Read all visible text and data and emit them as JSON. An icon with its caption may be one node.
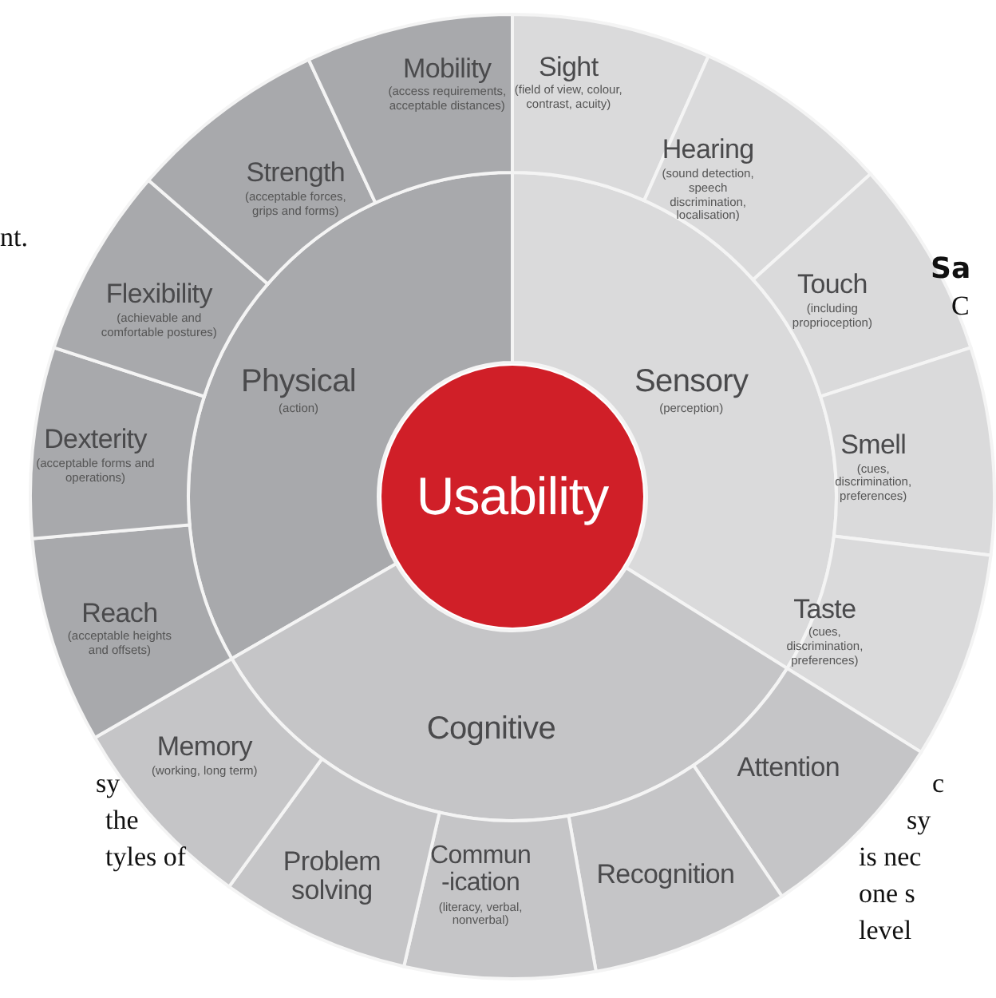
{
  "diagram": {
    "nodes": [
      {
        "text": [
          "Usability"
        ]
      },
      {
        "text": [
          "Physical",
          "(action)"
        ]
      },
      {
        "text": [
          "Sensory",
          "(perception)"
        ]
      },
      {
        "text": [
          "Cognitive"
        ]
      },
      {
        "text": [
          "Sight",
          "(field of view, colour, contrast, acuity)"
        ]
      },
      {
        "text": [
          "Hearing",
          "(sound detection, speech discrimination, localisation)"
        ]
      },
      {
        "text": [
          "Touch",
          "(including proprioception)"
        ]
      },
      {
        "text": [
          "Smell",
          "(cues, discrimination, preferences)"
        ]
      },
      {
        "text": [
          "Taste",
          "(cues, discrimination, preferences)"
        ]
      },
      {
        "text": [
          "Attention"
        ]
      },
      {
        "text": [
          "Recognition"
        ]
      },
      {
        "text": [
          "Commun -ication",
          "(literacy, verbal, nonverbal)"
        ]
      },
      {
        "text": [
          "Problem solving"
        ]
      },
      {
        "text": [
          "Memory",
          "(working, long term)"
        ]
      },
      {
        "text": [
          "Reach",
          "(acceptable heights and offsets)"
        ]
      },
      {
        "text": [
          "Dexterity",
          "(acceptable forms and operations)"
        ]
      },
      {
        "text": [
          "Flexibility",
          "(achievable and comfortable postures)"
        ]
      },
      {
        "text": [
          "Strength",
          "(acceptable forces, grips and forms)"
        ]
      },
      {
        "text": [
          "Mobility",
          "(access requirements, acceptable distances)"
        ]
      }
    ],
    "labels": [
      "nt.",
      "Sa",
      "C",
      "sy",
      "the",
      "tyles of",
      "c",
      "sy",
      "is nec",
      "one s",
      "level"
    ]
  }
}
